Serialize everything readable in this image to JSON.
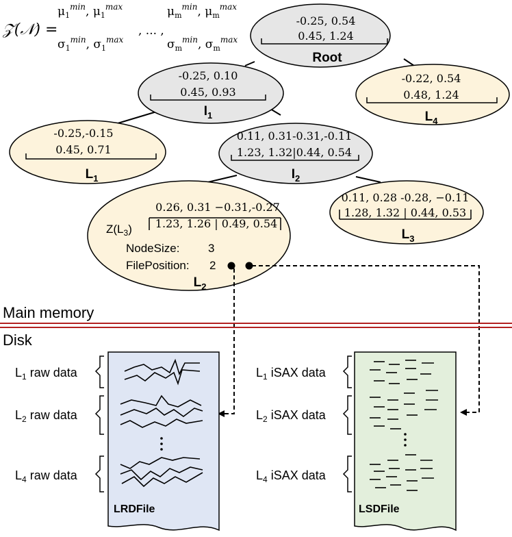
{
  "formula": {
    "lhs": "Z(N) =",
    "mu1": "μ1min, μ1max",
    "sigma1": "σ1min, σ1max",
    "ellipsis": ", ... ,",
    "mum": "μmmin, μmmax",
    "sigmam": "σmmin, σmmax"
  },
  "nodes": {
    "root": {
      "row1": "-0.25, 0.54",
      "row2": "0.45, 1.24",
      "label": "Root"
    },
    "i1": {
      "row1": "-0.25, 0.10",
      "row2": "0.45,  0.93",
      "label_main": "I",
      "label_sub": "1"
    },
    "l4": {
      "row1": "-0.22, 0.54",
      "row2": "0.48, 1.24",
      "label_main": "L",
      "label_sub": "4"
    },
    "l1": {
      "row1": "-0.25,-0.15",
      "row2": "0.45, 0.71",
      "label_main": "L",
      "label_sub": "1"
    },
    "i2": {
      "row1": "0.11, 0.31-0.31,-0.11",
      "row2": "1.23, 1.32|0.44, 0.54",
      "label_main": "I",
      "label_sub": "2"
    },
    "l3": {
      "row1": "0.11, 0.28 -0.28, −0.11",
      "row2": "1.28, 1.32 | 0.44, 0.53",
      "label_main": "L",
      "label_sub": "3"
    },
    "l2": {
      "z_label_main": "Z(L",
      "z_label_sub": "3",
      "z_label_end": ")",
      "row1": "0.26, 0.31  −0.31,-0.27",
      "row2": "1.23, 1.26 | 0.49, 0.54",
      "nodesize_label": "NodeSize:",
      "nodesize_value": "3",
      "fileposition_label": "FilePosition:",
      "fileposition_value": "2",
      "label_main": "L",
      "label_sub": "2"
    }
  },
  "sections": {
    "main_memory": "Main memory",
    "disk": "Disk"
  },
  "files": {
    "lrd": {
      "name": "LRDFile",
      "rows": [
        {
          "main": "L",
          "sub": "1",
          "rest": " raw data"
        },
        {
          "main": "L",
          "sub": "2",
          "rest": " raw data"
        },
        {
          "main": "L",
          "sub": "4",
          "rest": " raw data"
        }
      ]
    },
    "lsd": {
      "name": "LSDFile",
      "rows": [
        {
          "main": "L",
          "sub": "1",
          "rest": " iSAX data"
        },
        {
          "main": "L",
          "sub": "2",
          "rest": " iSAX data"
        },
        {
          "main": "L",
          "sub": "4",
          "rest": " iSAX data"
        }
      ]
    }
  },
  "colors": {
    "internal_fill": "#e6e6e6",
    "leaf_fill": "#fdf3dc",
    "lrd_fill": "#dfe6f4",
    "lsd_fill": "#e3efdc",
    "divider": "#b32020"
  }
}
